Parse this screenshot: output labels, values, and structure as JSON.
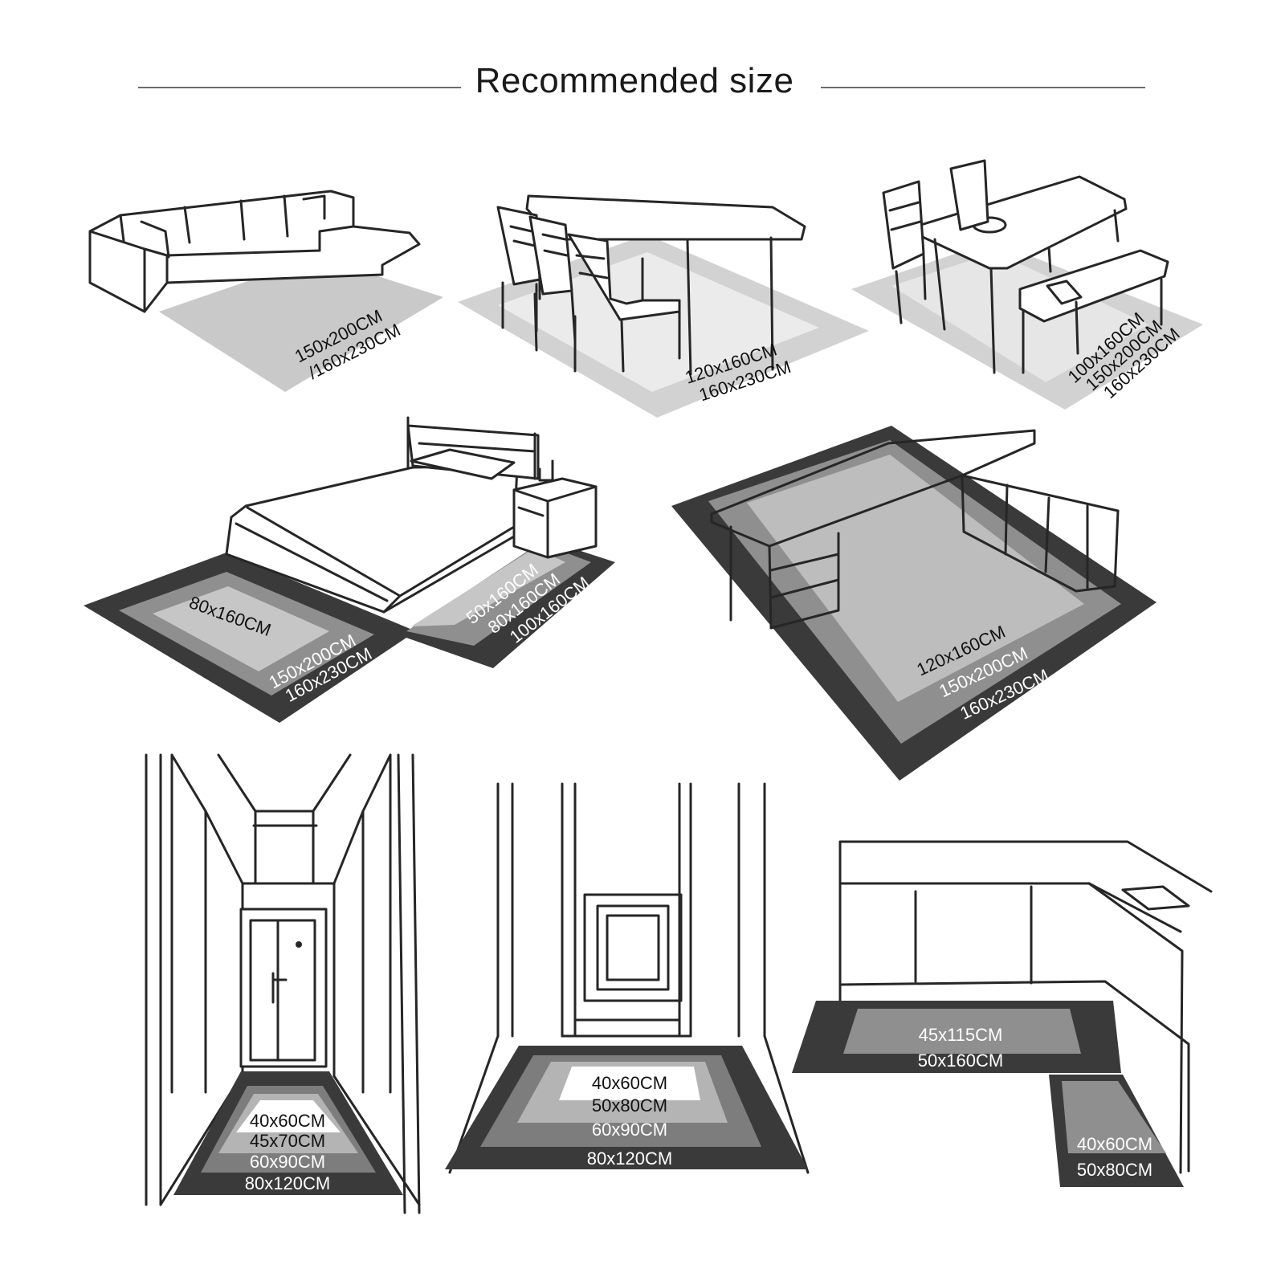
{
  "title": "Recommended size",
  "scenes": {
    "sofa": {
      "lines": [
        "150x200CM",
        "/160x230CM"
      ]
    },
    "dining1": {
      "lines": [
        "120x160CM",
        "160x230CM"
      ]
    },
    "dining2": {
      "lines": [
        "100x160CM",
        "150x200CM",
        "160x230CM"
      ]
    },
    "bed_main": {
      "lines": [
        "80x160CM",
        "150x200CM",
        "160x230CM"
      ]
    },
    "bed_side": {
      "lines": [
        "50x160CM",
        "80x160CM",
        "100x160CM"
      ]
    },
    "desk": {
      "lines": [
        "120x160CM",
        "150x200CM",
        "160x230CM"
      ]
    },
    "hall1": {
      "lines": [
        "40x60CM",
        "45x70CM",
        "60x90CM",
        "80x120CM"
      ]
    },
    "hall2": {
      "lines": [
        "40x60CM",
        "50x80CM",
        "60x90CM",
        "80x120CM"
      ]
    },
    "kitchen1": {
      "lines": [
        "45x115CM",
        "50x160CM"
      ]
    },
    "kitchen2": {
      "lines": [
        "40x60CM",
        "50x80CM"
      ]
    }
  },
  "colors": {
    "rug_light": "#bdbdbd",
    "rug_mid": "#8f8f8f",
    "rug_dark": "#3a3a3a",
    "pale": "#e6e6e6"
  }
}
